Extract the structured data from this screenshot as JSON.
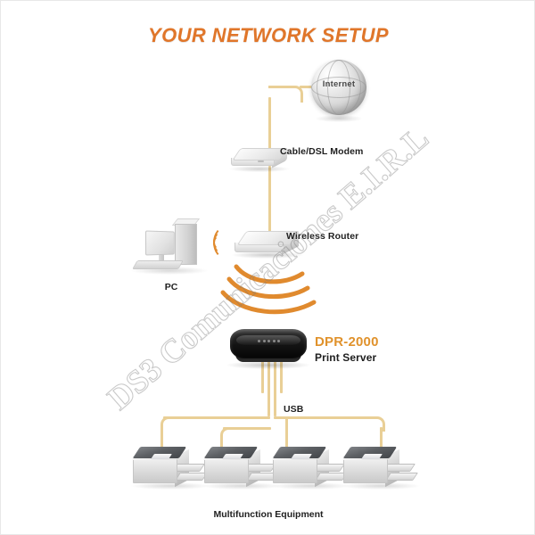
{
  "title": "YOUR NETWORK SETUP",
  "watermark": "DS3 Comunicaciones E.I.R.L",
  "colors": {
    "title_orange": "#e0762a",
    "label_orange": "#e0922c",
    "cable": "#e9cf96",
    "wifi_arc": "#e08a2e",
    "label_dark": "#1f1f1f",
    "background": "#ffffff"
  },
  "nodes": {
    "internet": {
      "label": "Internet",
      "icon": "globe-icon"
    },
    "modem": {
      "label": "Cable/DSL Modem",
      "icon": "modem-icon"
    },
    "router": {
      "label": "Wireless Router",
      "icon": "router-icon"
    },
    "pc": {
      "label": "PC",
      "icon": "desktop-computer-icon"
    },
    "print_server": {
      "model": "DPR-2000",
      "label": "Print Server",
      "icon": "print-server-icon"
    },
    "printers": {
      "label": "Multifunction Equipment",
      "icon": "multifunction-printer-icon",
      "count": 4
    }
  },
  "connections": {
    "usb_label": "USB"
  }
}
